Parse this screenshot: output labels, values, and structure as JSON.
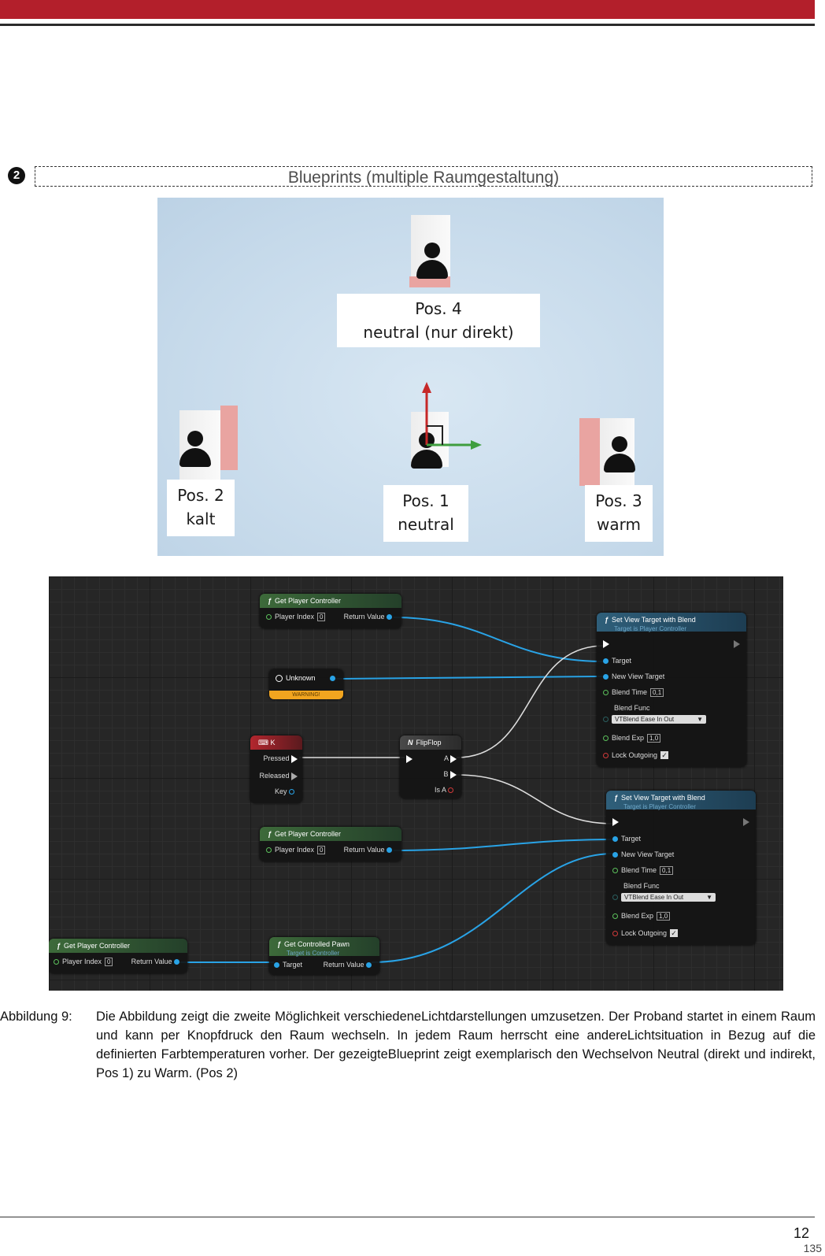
{
  "section": {
    "marker": "2",
    "title": "Blueprints (multiple Raumgestaltung)"
  },
  "scene": {
    "pos4": {
      "line1": "Pos. 4",
      "line2": "neutral (nur direkt)"
    },
    "pos2": {
      "line1": "Pos. 2",
      "line2": "kalt"
    },
    "pos1": {
      "line1": "Pos. 1",
      "line2": "neutral"
    },
    "pos3": {
      "line1": "Pos. 3",
      "line2": "warm"
    }
  },
  "blueprint": {
    "gpc_top": {
      "title": "Get Player Controller",
      "player_index": "Player Index",
      "index_value": "0",
      "return_value": "Return Value"
    },
    "unknown": {
      "title": "Unknown",
      "warning": "WARNING!"
    },
    "key_node": {
      "title": "K",
      "pressed": "Pressed",
      "released": "Released",
      "key": "Key"
    },
    "flipflop": {
      "title": "FlipFlop",
      "a": "A",
      "b": "B",
      "is_a": "Is A"
    },
    "gpc_mid": {
      "title": "Get Player Controller",
      "player_index": "Player Index",
      "index_value": "0",
      "return_value": "Return Value"
    },
    "gpc_bottom": {
      "title": "Get Player Controller",
      "player_index": "Player Index",
      "index_value": "0",
      "return_value": "Return Value"
    },
    "controlled_pawn": {
      "title": "Get Controlled Pawn",
      "subtitle": "Target is Controller",
      "target": "Target",
      "return_value": "Return Value"
    },
    "svt1": {
      "title": "Set View Target with Blend",
      "subtitle": "Target is Player Controller",
      "target": "Target",
      "new_view_target": "New View Target",
      "blend_time": "Blend Time",
      "blend_time_value": "0,1",
      "blend_func": "Blend Func",
      "blend_func_value": "VTBlend Ease In Out",
      "blend_exp": "Blend Exp",
      "blend_exp_value": "1,0",
      "lock_outgoing": "Lock Outgoing"
    },
    "svt2": {
      "title": "Set View Target with Blend",
      "subtitle": "Target is Player Controller",
      "target": "Target",
      "new_view_target": "New View Target",
      "blend_time": "Blend Time",
      "blend_time_value": "0,1",
      "blend_func": "Blend Func",
      "blend_func_value": "VTBlend Ease In Out",
      "blend_exp": "Blend Exp",
      "blend_exp_value": "1,0",
      "lock_outgoing": "Lock Outgoing"
    }
  },
  "caption": {
    "label": "Abbildung  9:",
    "text": "Die Abbildung zeigt die zweite Möglichkeit verschiedeneLichtdarstellungen umzusetzen. Der Proband startet in einem Raum und kann per Knopfdruck den Raum wechseln. In jedem Raum herrscht eine andereLichtsituation in Bezug auf die definierten Farbtemperaturen vorher. Der gezeigteBlueprint zeigt exemplarisch den Wechselvon Neutral (direkt und indirekt, Pos 1) zu Warm. (Pos 2)"
  },
  "footer": {
    "page_number": "12",
    "page_sub": "135"
  },
  "colors": {
    "header_red": "#b31f2b",
    "pin_blue": "#29a3e6",
    "warning_orange": "#f2a51f"
  }
}
